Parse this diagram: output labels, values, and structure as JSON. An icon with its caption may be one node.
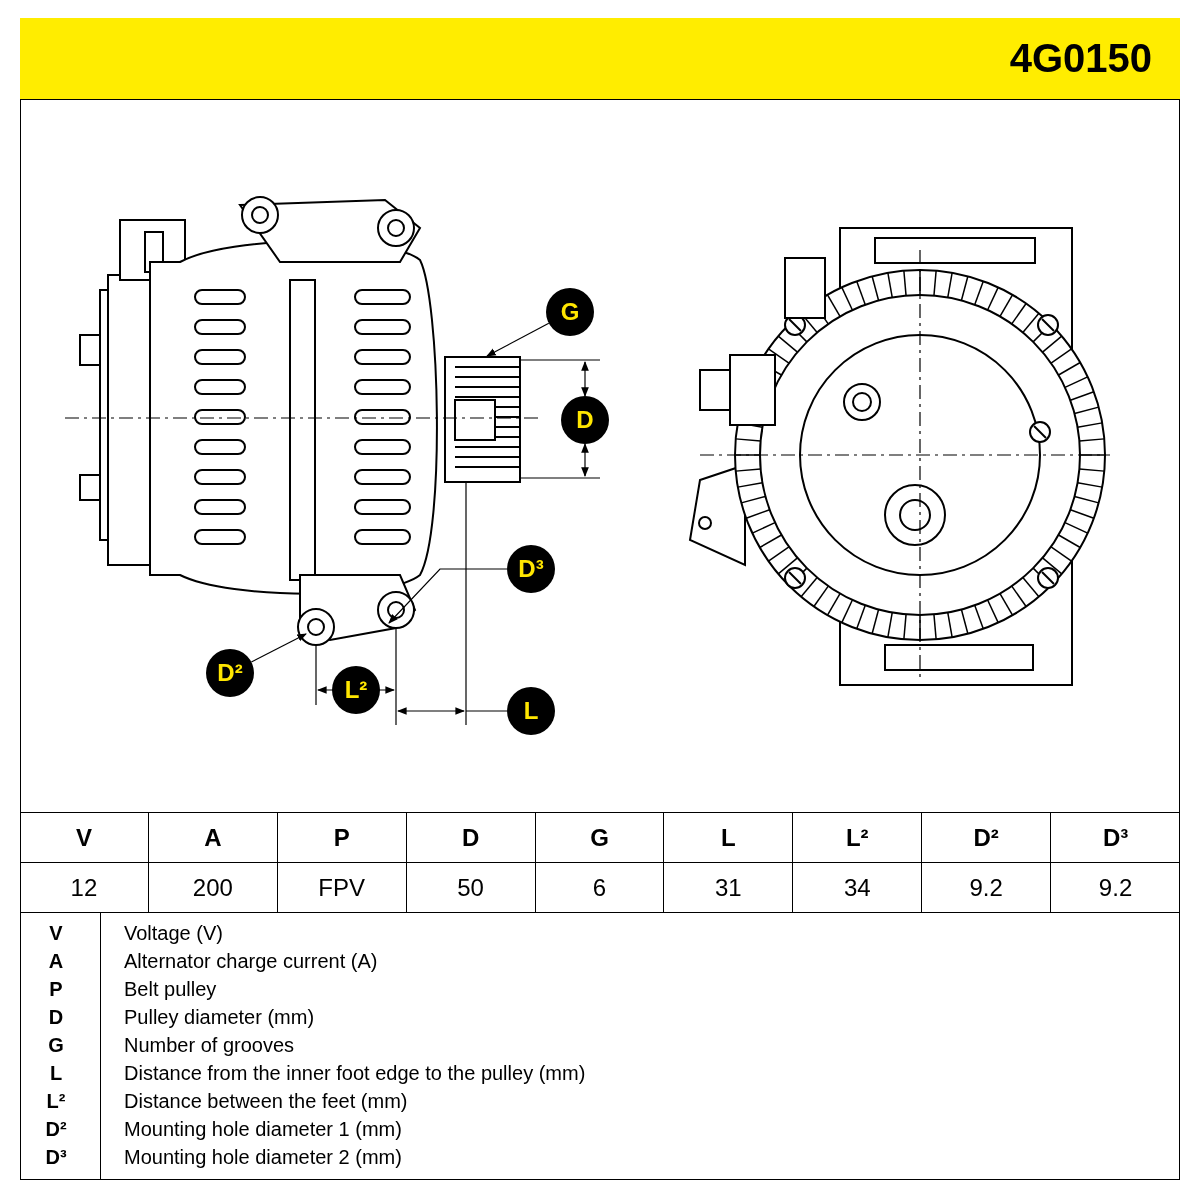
{
  "diagram": {
    "title": "4G0150",
    "nodes": [
      {
        "text": [
          "G"
        ]
      },
      {
        "text": [
          "D³"
        ]
      },
      {
        "text": [
          "D²"
        ]
      }
    ],
    "edges": [
      {
        "from": 0,
        "to": null,
        "arrow": "to"
      },
      {
        "from": 1,
        "to": null,
        "arrow": "to"
      },
      {
        "from": 2,
        "to": null,
        "arrow": "to"
      }
    ],
    "labels": [
      "D",
      "L²",
      "L",
      "V",
      "A",
      "P",
      "D",
      "G",
      "L",
      "L²",
      "D²",
      "D³",
      "12",
      "200",
      "FPV",
      "50",
      "6",
      "31",
      "34",
      "9.2",
      "9.2",
      "V",
      "Voltage (V)",
      "A",
      "Alternator charge current (A)",
      "P",
      "Belt pulley",
      "D",
      "Pulley diameter (mm)",
      "G",
      "Number of grooves",
      "L",
      "Distance from the inner foot edge to the pulley (mm)",
      "L²",
      "Distance between the feet (mm)",
      "D²",
      "Mounting hole diameter 1 (mm)",
      "D³",
      "Mounting hole diameter 2 (mm)"
    ]
  }
}
